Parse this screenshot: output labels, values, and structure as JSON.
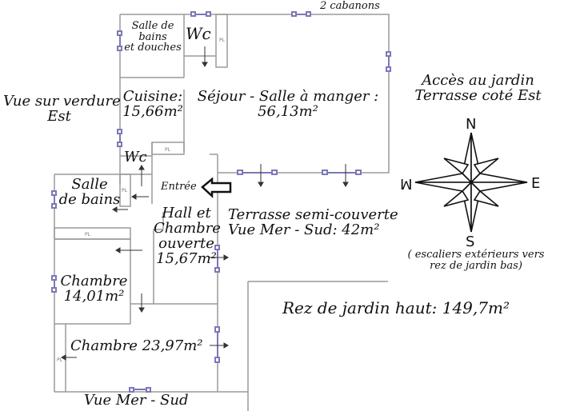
{
  "plan": {
    "title": "Rez de jardin haut: 149,7m²",
    "colors": {
      "wall": "#9a9a9a",
      "window": "#7b78b5",
      "text": "#111111",
      "arrow": "#111111"
    }
  },
  "rooms": {
    "salle_bains_douches": "Salle de bains et douches",
    "salle_bains_douches_lines": [
      "Salle de",
      "bains",
      "et douches"
    ],
    "wc_top": "Wc",
    "cuisine": {
      "name": "Cuisine:",
      "area": "15,66m²"
    },
    "sejour": {
      "name": "Séjour - Salle à manger :",
      "area": "56,13m²"
    },
    "wc_bottom": "Wc",
    "salle_bains": {
      "line1": "Salle",
      "line2": "de bains"
    },
    "entree": "Entrée",
    "hall": {
      "line1": "Hall et",
      "line2": "Chambre",
      "line3": "ouverte",
      "area": "15,67m²"
    },
    "chambre_1": {
      "name": "Chambre",
      "area": "14,01m²"
    },
    "chambre_2": "Chambre 23,97m²",
    "pl_label": "PL"
  },
  "annotations": {
    "cabanons": "2 cabanons",
    "vue_verdure_line1": "Vue sur verdure",
    "vue_verdure_line2": "Est",
    "acces_jardin_line1": "Accès au jardin",
    "acces_jardin_line2": "Terrasse coté Est",
    "terrasse_line1": "Terrasse semi-couverte",
    "terrasse_line2": "Vue Mer - Sud: 42m²",
    "escaliers_line1": "( escaliers extérieurs vers",
    "escaliers_line2": "rez de jardin bas)",
    "total": "Rez de jardin haut: 149,7m²",
    "vue_mer_sud": "Vue Mer - Sud"
  },
  "compass": {
    "n": "N",
    "s": "S",
    "e": "E",
    "w": "W"
  }
}
